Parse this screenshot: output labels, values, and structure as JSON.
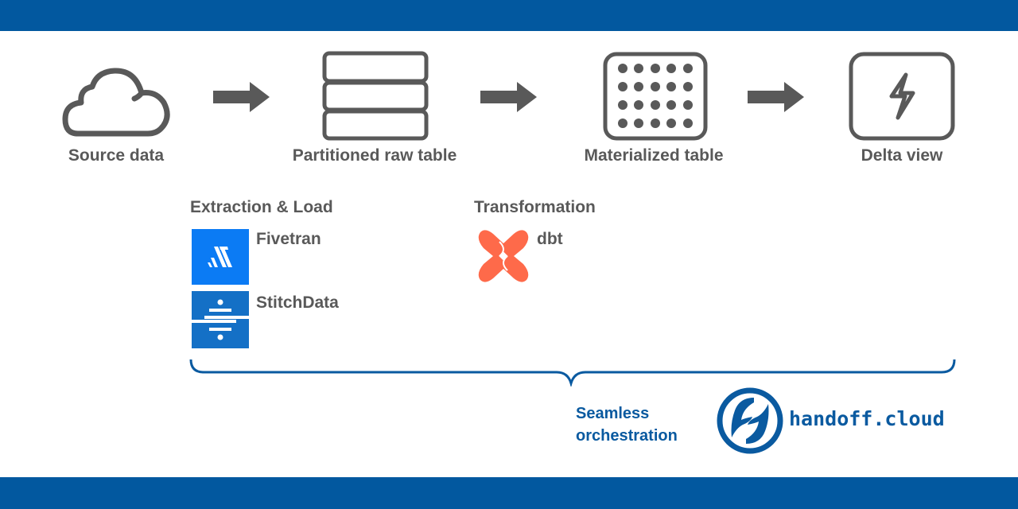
{
  "header": {
    "color": "#02589f"
  },
  "pipeline": {
    "stages": [
      {
        "label": "Source data",
        "icon": "cloud-icon"
      },
      {
        "label": "Partitioned raw table",
        "icon": "stacked-table-icon"
      },
      {
        "label": "Materialized table",
        "icon": "dot-grid-table-icon"
      },
      {
        "label": "Delta view",
        "icon": "lightning-icon"
      }
    ],
    "arrow_color": "#595959"
  },
  "sections": {
    "extraction": {
      "title": "Extraction & Load",
      "tools": [
        {
          "label": "Fivetran",
          "icon": "fivetran-logo-icon",
          "color": "#0b7bf4"
        },
        {
          "label": "StitchData",
          "icon": "stitchdata-logo-icon",
          "color": "#1470c6"
        }
      ]
    },
    "transformation": {
      "title": "Transformation",
      "tools": [
        {
          "label": "dbt",
          "icon": "dbt-logo-icon",
          "color": "#fe6a4a"
        }
      ]
    }
  },
  "orchestration": {
    "caption_line1": "Seamless",
    "caption_line2": "orchestration",
    "brand": "handoff.cloud",
    "brand_color": "#0a5aa0"
  }
}
